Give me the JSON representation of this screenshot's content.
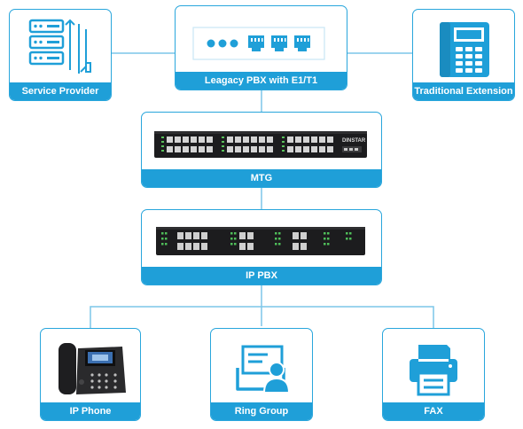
{
  "nodes": {
    "service_provider": "Service Provider",
    "legacy_pbx": "Leagacy PBX with E1/T1",
    "traditional_extension": "Traditional  Extension",
    "mtg": "MTG",
    "ip_pbx": "IP PBX",
    "ip_phone": "IP Phone",
    "ring_group": "Ring Group",
    "fax": "FAX"
  },
  "devices": {
    "mtg_brand": "DINSTAR"
  },
  "colors": {
    "accent": "#1f9fd8",
    "border": "#29a6dc",
    "line": "#7cc6e8"
  },
  "icons": {
    "service_provider": "server-rack-icon",
    "legacy_pbx": "ethernet-ports-icon",
    "traditional_extension": "desk-phone-icon",
    "mtg": "gateway-device",
    "ip_pbx": "pbx-device",
    "ip_phone": "ip-phone-photo",
    "ring_group": "user-group-icon",
    "fax": "printer-icon"
  }
}
